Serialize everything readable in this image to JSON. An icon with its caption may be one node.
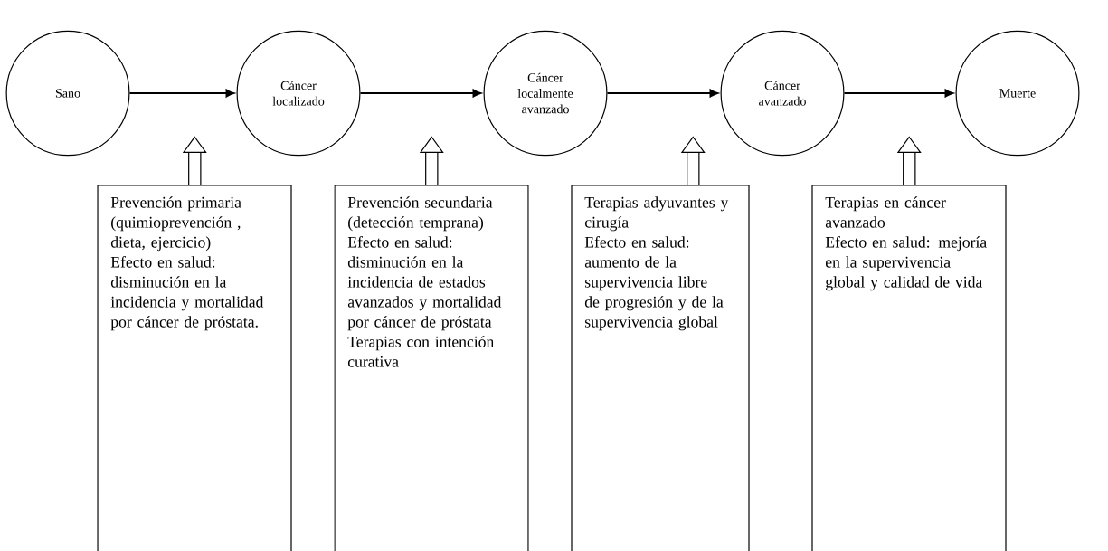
{
  "diagram": {
    "nodes": [
      {
        "text": [
          "Sano"
        ]
      },
      {
        "text": [
          "Cáncer localizado"
        ]
      },
      {
        "text": [
          "Cáncer localmente avanzado"
        ]
      },
      {
        "text": [
          "Cáncer avanzado"
        ]
      },
      {
        "text": [
          "Muerte"
        ]
      },
      {
        "text": [
          "Prevención primaria (quimioprevención , dieta, ejercicio)",
          "Efecto en salud: disminución en la incidencia y mortalidad por cáncer de próstata."
        ]
      },
      {
        "text": [
          "Prevención secundaria (detección temprana)",
          "Efecto en salud: disminución en la incidencia de estados avanzados y mortalidad por cáncer de próstata",
          "Terapias con intención curativa"
        ]
      },
      {
        "text": [
          "Terapias adyuvantes y cirugía",
          "Efecto en salud: aumento de la supervivencia libre de progresión y de la supervivencia global"
        ]
      },
      {
        "text": [
          "Terapias en cáncer avanzado",
          "Efecto en salud: mejoría en la supervivencia global y calidad de vida"
        ]
      }
    ],
    "edges": [
      {
        "from": 0,
        "to": 1,
        "arrow": "to"
      },
      {
        "from": 1,
        "to": 2,
        "arrow": "to"
      },
      {
        "from": 2,
        "to": 3,
        "arrow": "to"
      },
      {
        "from": 3,
        "to": 4,
        "arrow": "to"
      },
      {
        "from": 5,
        "to": null,
        "arrow": "to",
        "style": "thick"
      },
      {
        "from": 6,
        "to": null,
        "arrow": "to",
        "style": "thick"
      },
      {
        "from": 7,
        "to": null,
        "arrow": "to",
        "style": "thick"
      },
      {
        "from": 8,
        "to": null,
        "arrow": "to",
        "style": "thick"
      }
    ]
  }
}
